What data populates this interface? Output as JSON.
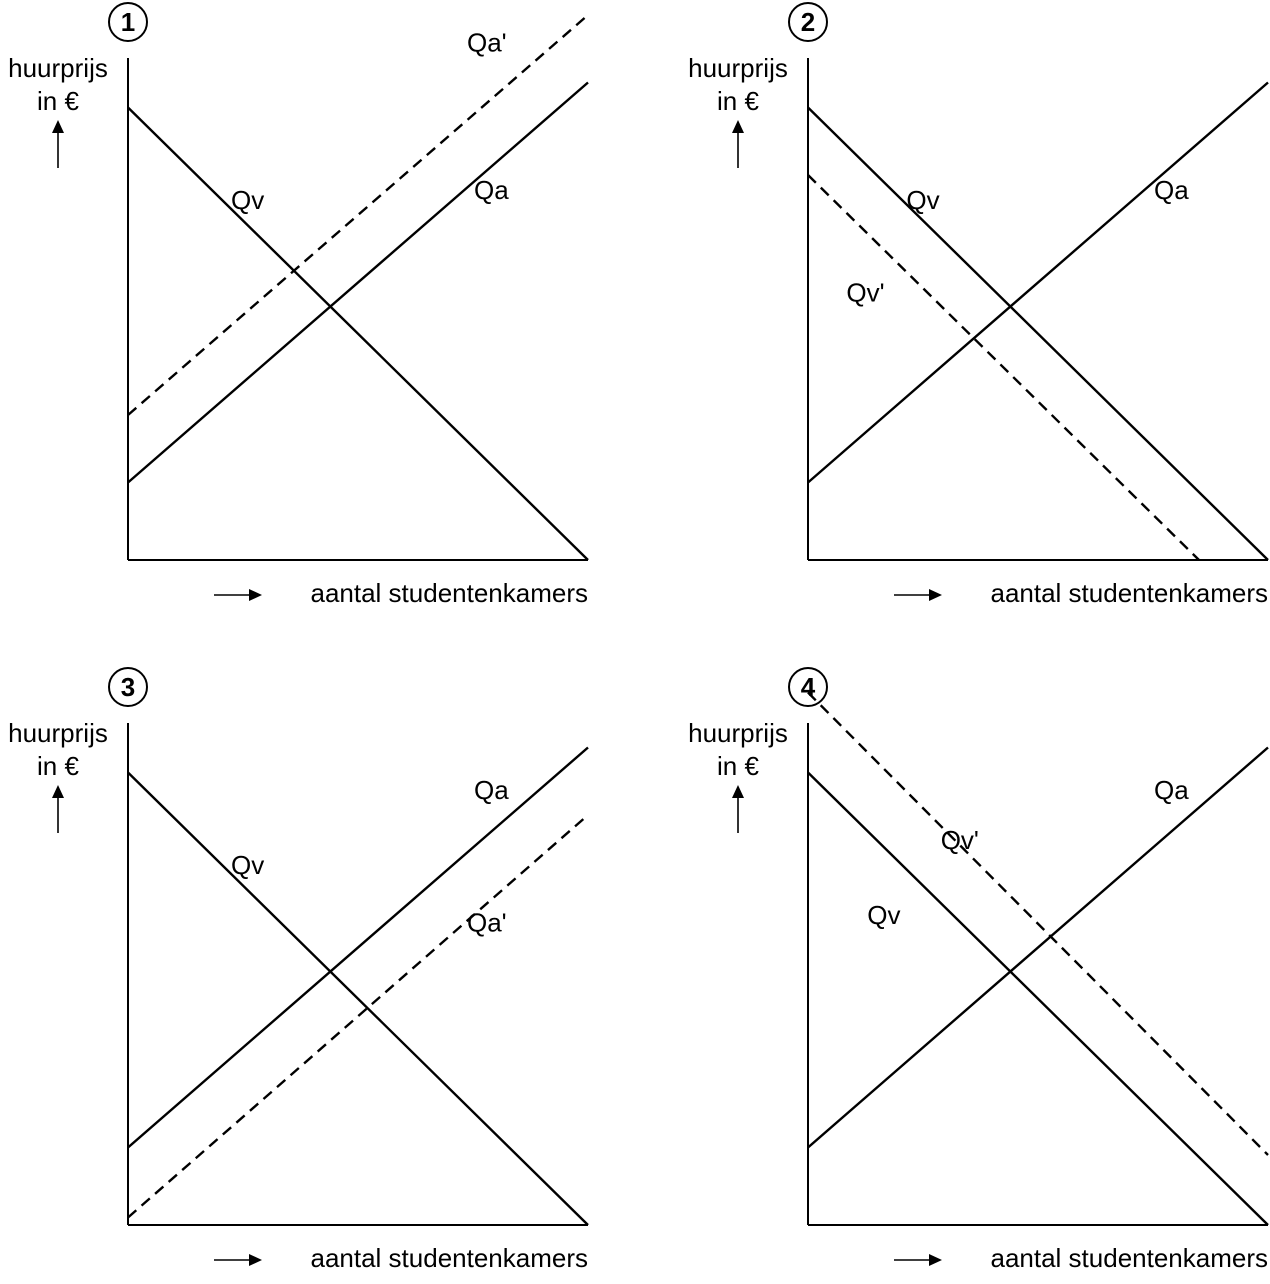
{
  "colors": {
    "line": "#000000",
    "background": "#ffffff"
  },
  "panels": [
    {
      "number": "1",
      "ylabel": [
        "huurprijs",
        "in €"
      ],
      "xlabel": "aantal studentenkamers",
      "curves": [
        {
          "label": "Qv",
          "style": "solid",
          "from": [
            0,
            0.905
          ],
          "to": [
            1,
            0
          ]
        },
        {
          "label": "Qa",
          "style": "solid",
          "from": [
            0,
            0.155
          ],
          "to": [
            1,
            0.955
          ]
        },
        {
          "label": "Qa'",
          "style": "dashed",
          "from": [
            0,
            0.29
          ],
          "to": [
            1,
            1.09
          ]
        }
      ],
      "curve_labels": [
        {
          "text": "Qv",
          "at": [
            0.26,
            0.72
          ]
        },
        {
          "text": "Qa",
          "at": [
            0.79,
            0.74
          ]
        },
        {
          "text": "Qa'",
          "at": [
            0.78,
            1.035
          ]
        }
      ]
    },
    {
      "number": "2",
      "ylabel": [
        "huurprijs",
        "in €"
      ],
      "xlabel": "aantal studentenkamers",
      "curves": [
        {
          "label": "Qv",
          "style": "solid",
          "from": [
            0,
            0.905
          ],
          "to": [
            1,
            0
          ]
        },
        {
          "label": "Qa",
          "style": "solid",
          "from": [
            0,
            0.155
          ],
          "to": [
            1,
            0.955
          ]
        },
        {
          "label": "Qv'",
          "style": "dashed",
          "from": [
            0,
            0.77
          ],
          "to": [
            0.85,
            0
          ]
        }
      ],
      "curve_labels": [
        {
          "text": "Qv",
          "at": [
            0.25,
            0.72
          ]
        },
        {
          "text": "Qa",
          "at": [
            0.79,
            0.74
          ]
        },
        {
          "text": "Qv'",
          "at": [
            0.125,
            0.535
          ]
        }
      ]
    },
    {
      "number": "3",
      "ylabel": [
        "huurprijs",
        "in €"
      ],
      "xlabel": "aantal studentenkamers",
      "curves": [
        {
          "label": "Qv",
          "style": "solid",
          "from": [
            0,
            0.905
          ],
          "to": [
            1,
            0
          ]
        },
        {
          "label": "Qa",
          "style": "solid",
          "from": [
            0,
            0.155
          ],
          "to": [
            1,
            0.955
          ]
        },
        {
          "label": "Qa'",
          "style": "dashed",
          "from": [
            0,
            0.015
          ],
          "to": [
            1,
            0.82
          ]
        }
      ],
      "curve_labels": [
        {
          "text": "Qv",
          "at": [
            0.26,
            0.72
          ]
        },
        {
          "text": "Qa",
          "at": [
            0.79,
            0.87
          ]
        },
        {
          "text": "Qa'",
          "at": [
            0.78,
            0.605
          ]
        }
      ]
    },
    {
      "number": "4",
      "ylabel": [
        "huurprijs",
        "in €"
      ],
      "xlabel": "aantal studentenkamers",
      "curves": [
        {
          "label": "Qv",
          "style": "solid",
          "from": [
            0,
            0.905
          ],
          "to": [
            1,
            0
          ]
        },
        {
          "label": "Qa",
          "style": "solid",
          "from": [
            0,
            0.155
          ],
          "to": [
            1,
            0.955
          ]
        },
        {
          "label": "Qv'",
          "style": "dashed",
          "from": [
            0,
            1.065
          ],
          "to": [
            1,
            0.14
          ]
        }
      ],
      "curve_labels": [
        {
          "text": "Qv",
          "at": [
            0.165,
            0.62
          ]
        },
        {
          "text": "Qa",
          "at": [
            0.79,
            0.87
          ]
        },
        {
          "text": "Qv'",
          "at": [
            0.33,
            0.77
          ]
        }
      ]
    }
  ]
}
